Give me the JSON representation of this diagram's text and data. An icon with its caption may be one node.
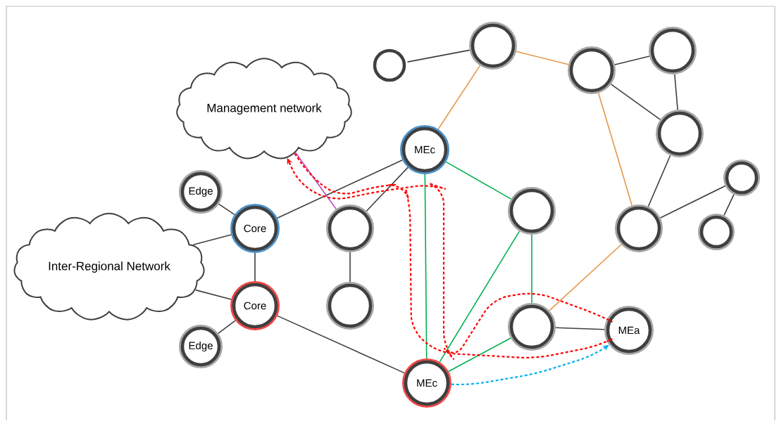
{
  "diagram": {
    "nodes": [
      {
        "text": [
          "Management network"
        ]
      },
      {
        "text": [
          "Inter-Regional Network"
        ]
      },
      {
        "text": [
          "Edge"
        ]
      },
      {
        "text": [
          "Core"
        ]
      },
      {
        "text": [
          "Core"
        ]
      },
      {
        "text": [
          "Edge"
        ]
      },
      {
        "text": [
          "MEc"
        ]
      },
      {
        "text": [
          "MEc"
        ]
      },
      {
        "text": [
          "MEa"
        ]
      },
      {
        "text": [],
        "shape": "circle"
      },
      {
        "text": [],
        "shape": "circle"
      },
      {
        "text": [],
        "shape": "circle"
      },
      {
        "text": [],
        "shape": "circle"
      },
      {
        "text": [],
        "shape": "circle"
      },
      {
        "text": [],
        "shape": "circle"
      },
      {
        "text": [],
        "shape": "circle"
      },
      {
        "text": [],
        "shape": "circle"
      },
      {
        "text": [],
        "shape": "circle"
      },
      {
        "text": [],
        "shape": "circle"
      },
      {
        "text": [],
        "shape": "circle"
      },
      {
        "text": [],
        "shape": "circle"
      }
    ],
    "edges": [
      {
        "from": 9,
        "to": 10,
        "arrow": "none"
      },
      {
        "from": 10,
        "to": 11,
        "arrow": "none",
        "color": "#e8964a"
      },
      {
        "from": 10,
        "to": 6,
        "arrow": "none",
        "color": "#e8964a"
      },
      {
        "from": 11,
        "to": 12,
        "arrow": "none"
      },
      {
        "from": 12,
        "to": 13,
        "arrow": "none"
      },
      {
        "from": 11,
        "to": 13,
        "arrow": "none"
      },
      {
        "from": 11,
        "to": 15,
        "arrow": "none",
        "color": "#e8964a"
      },
      {
        "from": 13,
        "to": 15,
        "arrow": "none"
      },
      {
        "from": 15,
        "to": 16,
        "arrow": "none"
      },
      {
        "from": 16,
        "to": 17,
        "arrow": "none"
      },
      {
        "from": 15,
        "to": 20,
        "arrow": "none",
        "color": "#e8964a"
      },
      {
        "from": 6,
        "to": 14,
        "arrow": "none",
        "color": "#00b050"
      },
      {
        "from": 6,
        "to": 7,
        "arrow": "none",
        "color": "#00b050"
      },
      {
        "from": 14,
        "to": 7,
        "arrow": "none",
        "color": "#00b050"
      },
      {
        "from": 14,
        "to": 20,
        "arrow": "none",
        "color": "#00b050"
      },
      {
        "from": 20,
        "to": 7,
        "arrow": "none",
        "color": "#00b050"
      },
      {
        "from": 20,
        "to": 8,
        "arrow": "none"
      },
      {
        "from": 6,
        "to": 3,
        "arrow": "none"
      },
      {
        "from": 6,
        "to": 18,
        "arrow": "none"
      },
      {
        "from": 0,
        "to": 18,
        "arrow": "none",
        "color": "#c040c0"
      },
      {
        "from": 2,
        "to": 3,
        "arrow": "none"
      },
      {
        "from": 1,
        "to": 3,
        "arrow": "none"
      },
      {
        "from": 3,
        "to": 4,
        "arrow": "none"
      },
      {
        "from": 1,
        "to": 4,
        "arrow": "none"
      },
      {
        "from": 4,
        "to": 5,
        "arrow": "none"
      },
      {
        "from": 4,
        "to": 7,
        "arrow": "none"
      },
      {
        "from": 18,
        "to": 19,
        "arrow": "none"
      },
      {
        "from": 0,
        "to": 8,
        "arrow": "none",
        "style": "dashed",
        "color": "#ff0000"
      },
      {
        "from": 8,
        "to": 0,
        "arrow": "to",
        "style": "dashed",
        "color": "#ff0000"
      },
      {
        "from": 7,
        "to": 8,
        "arrow": "to",
        "style": "dashed",
        "color": "#00b0f0"
      }
    ]
  }
}
